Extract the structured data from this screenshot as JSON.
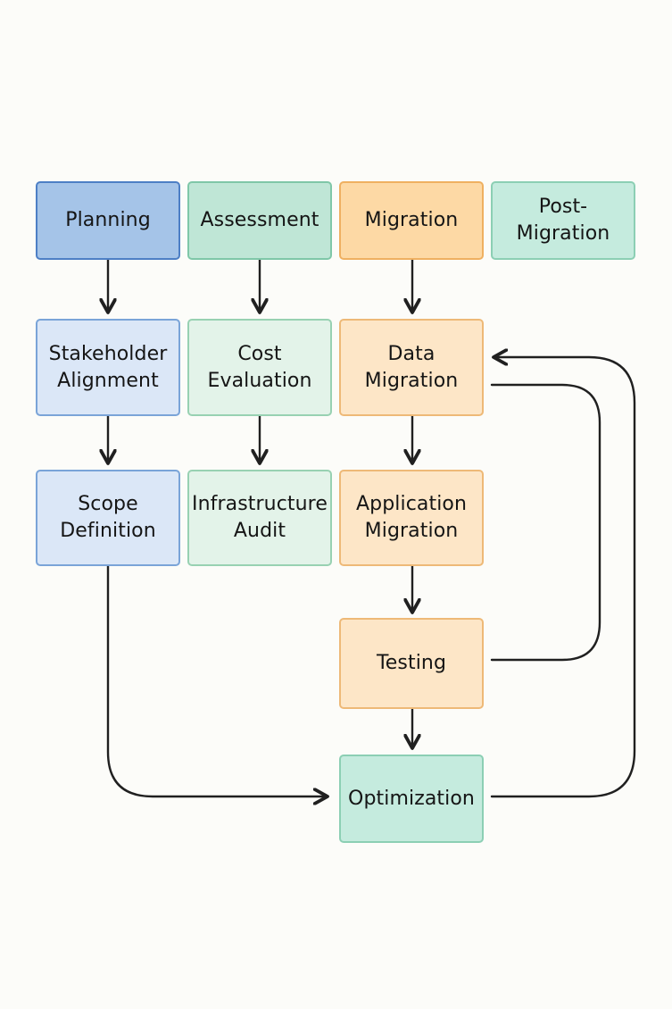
{
  "diagram": {
    "headers": {
      "planning": "Planning",
      "assessment": "Assessment",
      "migration": "Migration",
      "post_migration": "Post-\nMigration"
    },
    "nodes": {
      "stakeholder_alignment": "Stakeholder\nAlignment",
      "scope_definition": "Scope\nDefinition",
      "cost_evaluation": "Cost\nEvaluation",
      "infrastructure_audit": "Infrastructure\nAudit",
      "data_migration": "Data\nMigration",
      "application_migration": "Application\nMigration",
      "testing": "Testing",
      "optimization": "Optimization"
    },
    "colors": {
      "planning": "#a5c4e8",
      "planning_tasks": "#dbe7f7",
      "assessment": "#bfe6d6",
      "assessment_tasks": "#e3f3e9",
      "migration": "#fdd9a5",
      "migration_tasks": "#fde6c7",
      "post_migration": "#c5ebde",
      "arrow": "#202020"
    }
  }
}
